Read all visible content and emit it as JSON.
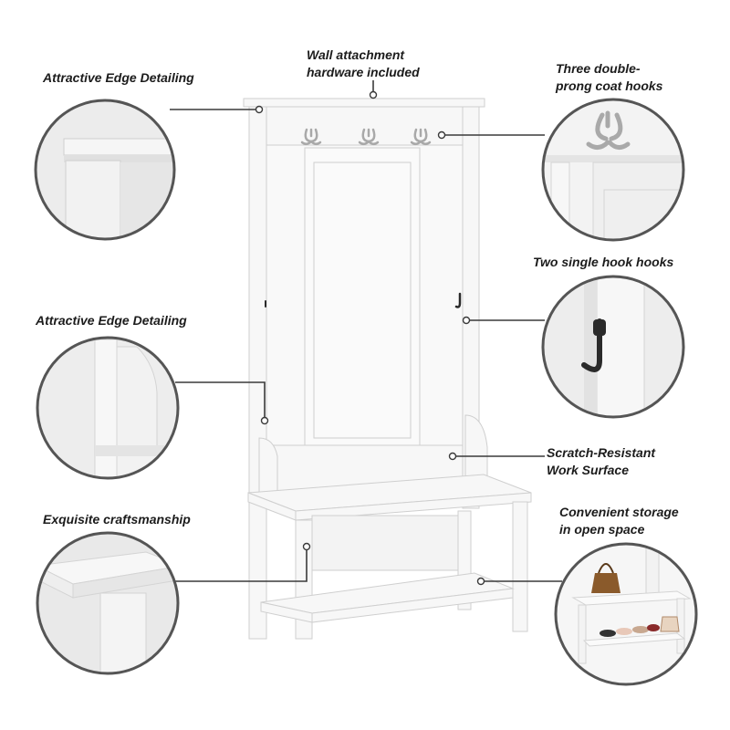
{
  "callouts": [
    {
      "id": "edge-top",
      "lines": [
        "Attractive Edge Detailing"
      ]
    },
    {
      "id": "wall-hardware",
      "lines": [
        "Wall attachment",
        "hardware included"
      ]
    },
    {
      "id": "coat-hooks",
      "lines": [
        "Three double-",
        "prong coat hooks"
      ]
    },
    {
      "id": "single-hooks",
      "lines": [
        "Two single hook hooks"
      ]
    },
    {
      "id": "edge-side",
      "lines": [
        "Attractive Edge Detailing"
      ]
    },
    {
      "id": "work-surface",
      "lines": [
        "Scratch-Resistant",
        "Work Surface"
      ]
    },
    {
      "id": "craftsmanship",
      "lines": [
        "Exquisite craftsmanship"
      ]
    },
    {
      "id": "storage",
      "lines": [
        "Convenient storage",
        "in open space"
      ]
    }
  ],
  "colors": {
    "furniture": "#f7f7f7",
    "furniture_edge": "#cfcfcf",
    "leader_line": "#3a3a3a",
    "circle_border": "#555555",
    "hook_metal": "#a9a9a9",
    "hook_black": "#2a2a2a",
    "bag_brown": "#8a5a2b"
  }
}
